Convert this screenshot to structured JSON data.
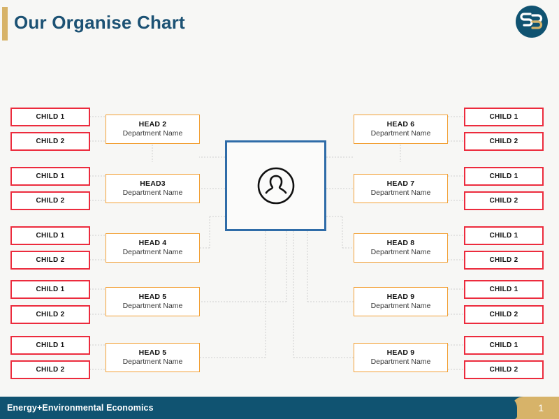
{
  "header": {
    "title": "Our Organise Chart",
    "accent_color": "#d7b369",
    "title_color": "#1c5274",
    "logo_name": "e3-logo-icon"
  },
  "footer": {
    "text": "Energy+Environmental Economics",
    "page_number": "1",
    "bar_color": "#105371",
    "tab_color": "#d7b369"
  },
  "chart_data": {
    "type": "diagram",
    "title": "Our Organise Chart",
    "root": {
      "label": "",
      "icon": "person-avatar-icon",
      "border_color": "#2f6ca8"
    },
    "colors": {
      "head_border": "#f2a035",
      "child_border": "#ec2b3d",
      "connector": "#cfcfcf",
      "background": "#f7f7f5"
    },
    "left_branches": [
      {
        "head": {
          "title": "HEAD 2",
          "subtitle": "Department Name"
        },
        "children": [
          {
            "label": "CHILD 1"
          },
          {
            "label": "CHILD 2"
          }
        ]
      },
      {
        "head": {
          "title": "HEAD3",
          "subtitle": "Department Name"
        },
        "children": [
          {
            "label": "CHILD 1"
          },
          {
            "label": "CHILD 2"
          }
        ]
      },
      {
        "head": {
          "title": "HEAD 4",
          "subtitle": "Department Name"
        },
        "children": [
          {
            "label": "CHILD 1"
          },
          {
            "label": "CHILD 2"
          }
        ]
      },
      {
        "head": {
          "title": "HEAD 5",
          "subtitle": "Department Name"
        },
        "children": [
          {
            "label": "CHILD 1"
          },
          {
            "label": "CHILD 2"
          }
        ]
      },
      {
        "head": {
          "title": "HEAD 5",
          "subtitle": "Department Name"
        },
        "children": [
          {
            "label": "CHILD 1"
          },
          {
            "label": "CHILD 2"
          }
        ]
      }
    ],
    "right_branches": [
      {
        "head": {
          "title": "HEAD 6",
          "subtitle": "Department Name"
        },
        "children": [
          {
            "label": "CHILD 1"
          },
          {
            "label": "CHILD 2"
          }
        ]
      },
      {
        "head": {
          "title": "HEAD 7",
          "subtitle": "Department Name"
        },
        "children": [
          {
            "label": "CHILD 1"
          },
          {
            "label": "CHILD 2"
          }
        ]
      },
      {
        "head": {
          "title": "HEAD 8",
          "subtitle": "Department Name"
        },
        "children": [
          {
            "label": "CHILD 1"
          },
          {
            "label": "CHILD 2"
          }
        ]
      },
      {
        "head": {
          "title": "HEAD 9",
          "subtitle": "Department Name"
        },
        "children": [
          {
            "label": "CHILD 1"
          },
          {
            "label": "CHILD 2"
          }
        ]
      },
      {
        "head": {
          "title": "HEAD 9",
          "subtitle": "Department Name"
        },
        "children": [
          {
            "label": "CHILD 1"
          },
          {
            "label": "CHILD 2"
          }
        ]
      }
    ]
  }
}
